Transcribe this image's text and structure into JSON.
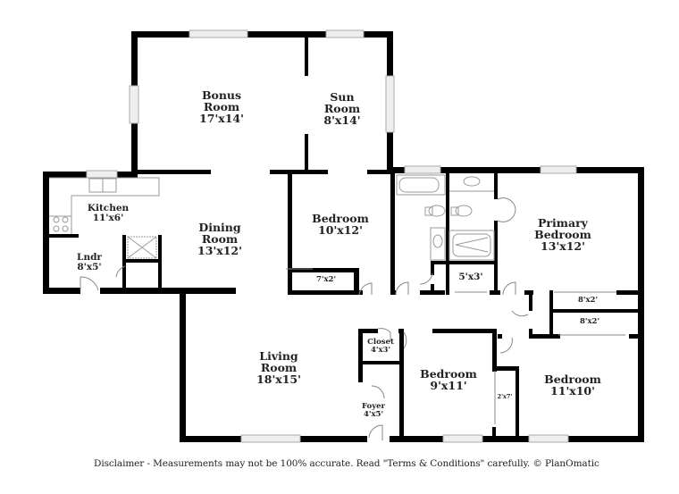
{
  "rooms": {
    "bonus_room": {
      "name": "Bonus Room",
      "line1": "Bonus",
      "line2": "Room",
      "dim": "17'x14'"
    },
    "sun_room": {
      "name": "Sun Room",
      "line1": "Sun",
      "line2": "Room",
      "dim": "8'x14'"
    },
    "kitchen": {
      "name": "Kitchen",
      "dim": "11'x6'"
    },
    "dining_room": {
      "name": "Dining Room",
      "line1": "Dining",
      "line2": "Room",
      "dim": "13'x12'"
    },
    "laundry": {
      "name": "Lndr",
      "dim": "8'x5'"
    },
    "bedroom_1": {
      "name": "Bedroom",
      "dim": "10'x12'"
    },
    "bedroom_1_closet": {
      "dim": "7'x2'"
    },
    "bath_closet": {
      "dim": "5'x3'"
    },
    "primary_bedroom": {
      "name": "Primary Bedroom",
      "line1": "Primary",
      "line2": "Bedroom",
      "dim": "13'x12'"
    },
    "primary_closet_1": {
      "dim": "8'x2'"
    },
    "primary_closet_2": {
      "dim": "8'x2'"
    },
    "living_room": {
      "name": "Living Room",
      "line1": "Living",
      "line2": "Room",
      "dim": "18'x15'"
    },
    "closet": {
      "name": "Closet",
      "dim": "4'x3'"
    },
    "foyer": {
      "name": "Foyer",
      "dim": "4'x5'"
    },
    "bedroom_2": {
      "name": "Bedroom",
      "dim": "9'x11'"
    },
    "bedroom_2_closet": {
      "dim": "2'x7'"
    },
    "bedroom_3": {
      "name": "Bedroom",
      "dim": "11'x10'"
    }
  },
  "colors": {
    "wall": "#000000",
    "window": "#cfcfcf",
    "fixture": "#9a9a9a",
    "text": "#222222",
    "background": "#ffffff"
  },
  "footer": {
    "disclaimer": "Disclaimer - Measurements may not be 100% accurate. Read \"Terms & Conditions\" carefully. © PlanOmatic"
  }
}
